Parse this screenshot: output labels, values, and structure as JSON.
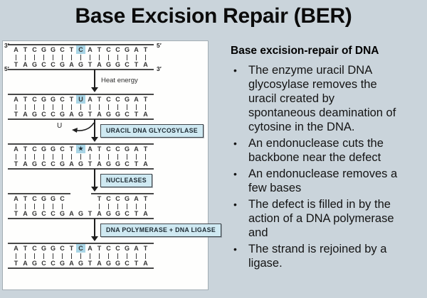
{
  "title": "Base Excision Repair (BER)",
  "colors": {
    "background": "#cad4db",
    "panel": "#fefefd",
    "base_highlight": "#a8d5e6",
    "enzyme_box_fill": "#cfe9f2",
    "enzyme_box_border": "#40464b",
    "text": "#141414"
  },
  "right_panel": {
    "heading": "Base excision-repair of DNA",
    "bullets": [
      {
        "lines": [
          "The enzyme uracil DNA",
          "glycosylase removes the",
          "uracil created by",
          "spontaneous deamination of",
          "cytosine in the DNA."
        ]
      },
      {
        "lines": [
          "An endonuclease cuts the",
          "backbone near the defect"
        ]
      },
      {
        "lines": [
          "An endonuclease removes a",
          "few bases"
        ]
      },
      {
        "lines": [
          "The defect is filled in by the",
          "action of a DNA polymerase",
          "and"
        ]
      },
      {
        "lines": [
          "The strand is rejoined by a",
          "ligase."
        ]
      }
    ]
  },
  "diagram": {
    "strand_end_labels": {
      "top_left": "3′",
      "bottom_left": "5′",
      "top_right": "5′",
      "bottom_right": "3′"
    },
    "uracil_release_label": "U",
    "steps": [
      {
        "type": "duplex",
        "name": "dna-original",
        "top": "ATCGGCTCATCCGAT",
        "bottom": "TAGCCGAGTAGGCTA",
        "highlight": 7,
        "show_end_labels": true
      },
      {
        "type": "arrow",
        "name": "heat-energy-step",
        "label": "Heat energy",
        "boxed": false
      },
      {
        "type": "duplex",
        "name": "dna-deaminated",
        "top": "ATCGGCTUATCCGAT",
        "bottom": "TAGCCGAGTAGGCTA",
        "highlight": 7
      },
      {
        "type": "arrow",
        "name": "uracil-glycosylase-step",
        "label": "URACIL DNA GLYCOSYLASE",
        "boxed": true,
        "uracil_release": true
      },
      {
        "type": "duplex",
        "name": "dna-abasic-site",
        "top": "ATCGGCT★ATCCGAT",
        "bottom": "TAGCCGAGTAGGCTA",
        "highlight": 7
      },
      {
        "type": "arrow",
        "name": "nucleases-step",
        "label": "NUCLEASES",
        "boxed": true
      },
      {
        "type": "duplex",
        "name": "dna-gapped",
        "top": "ATCGGC   TCCGAT",
        "bottom": "TAGCCGAGTAGGCTA"
      },
      {
        "type": "arrow",
        "name": "polymerase-ligase-step",
        "label": "DNA POLYMERASE + DNA LIGASE",
        "boxed": true
      },
      {
        "type": "duplex",
        "name": "dna-repaired",
        "top": "ATCGGCTCATCCGAT",
        "bottom": "TAGCCGAGTAGGCTA",
        "highlight": 7
      }
    ]
  }
}
